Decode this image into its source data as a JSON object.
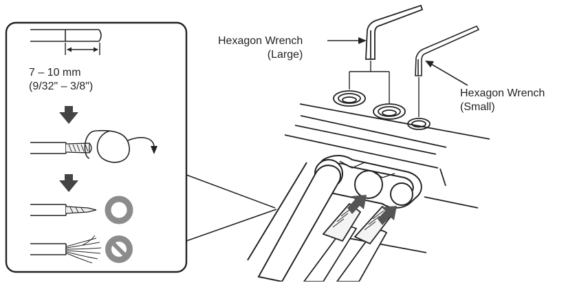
{
  "measurement": {
    "metric": "7 – 10 mm",
    "imperial": "(9/32\" – 3/8\")"
  },
  "wrench_large": {
    "line1": "Hexagon Wrench",
    "line2": "(Large)"
  },
  "wrench_small": {
    "line1": "Hexagon Wrench",
    "line2": "(Small)"
  },
  "steps": [
    {
      "name": "strip-wire",
      "icon": "stripped-wire-icon"
    },
    {
      "name": "twist-strands",
      "icon": "twist-arrow-icon"
    },
    {
      "name": "correct-twisted",
      "icon": "ok-circle-icon"
    },
    {
      "name": "incorrect-frayed",
      "icon": "prohibited-icon"
    }
  ],
  "colors": {
    "ink": "#222222",
    "arrow": "#444444",
    "status_gray": "#8c8c8c"
  }
}
